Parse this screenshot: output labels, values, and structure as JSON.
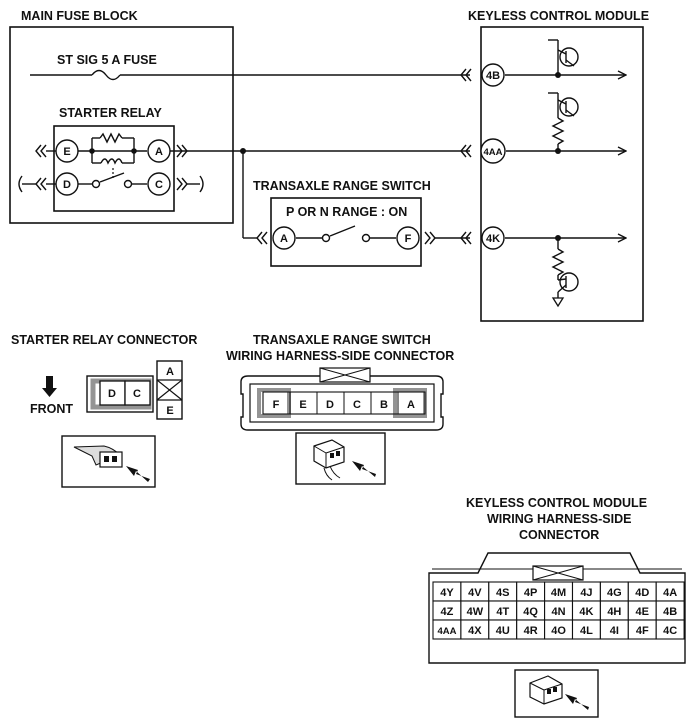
{
  "labels": {
    "main_fuse_block": "MAIN FUSE BLOCK",
    "keyless_control_module": "KEYLESS CONTROL MODULE",
    "st_sig_fuse": "ST SIG 5 A FUSE",
    "starter_relay": "STARTER RELAY",
    "transaxle_range_switch": "TRANSAXLE RANGE SWITCH",
    "p_or_n_range": "P OR N RANGE : ON",
    "starter_relay_connector": "STARTER RELAY CONNECTOR",
    "trs_connector_line1": "TRANSAXLE RANGE SWITCH",
    "trs_connector_line2": "WIRING HARNESS-SIDE CONNECTOR",
    "kcm_connector_line1": "KEYLESS CONTROL MODULE",
    "kcm_connector_line2": "WIRING HARNESS-SIDE",
    "kcm_connector_line3": "CONNECTOR",
    "front": "FRONT"
  },
  "pins": {
    "relay_E": "E",
    "relay_A": "A",
    "relay_D": "D",
    "relay_C": "C",
    "switch_A": "A",
    "switch_F": "F",
    "kcm_4B": "4B",
    "kcm_4AA": "4AA",
    "kcm_4K": "4K"
  },
  "starter_relay_connector": {
    "cells": [
      "D",
      "C"
    ],
    "side_top": "A",
    "side_bottom": "E"
  },
  "trs_connector": {
    "cells": [
      "F",
      "E",
      "D",
      "C",
      "B",
      "A"
    ]
  },
  "kcm_connector": {
    "rows": [
      [
        "4Y",
        "4V",
        "4S",
        "4P",
        "4M",
        "4J",
        "4G",
        "4D",
        "4A"
      ],
      [
        "4Z",
        "4W",
        "4T",
        "4Q",
        "4N",
        "4K",
        "4H",
        "4E",
        "4B"
      ],
      [
        "4AA",
        "4X",
        "4U",
        "4R",
        "4O",
        "4L",
        "4I",
        "4F",
        "4C"
      ]
    ]
  }
}
